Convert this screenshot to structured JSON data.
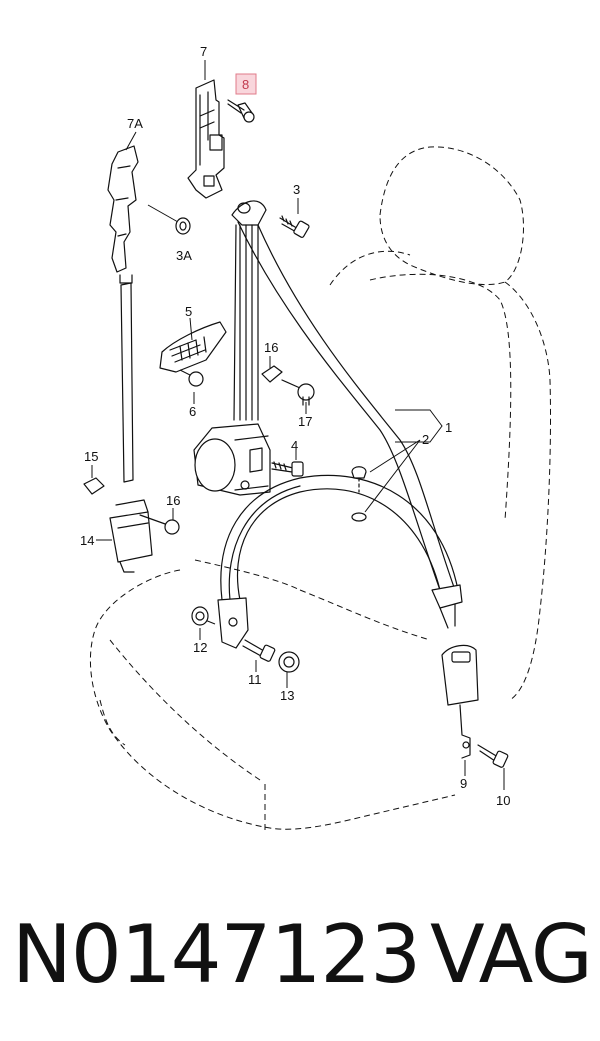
{
  "callouts": {
    "c1": "1",
    "c2": "2",
    "c3": "3",
    "c3a": "3A",
    "c4": "4",
    "c5": "5",
    "c6": "6",
    "c7": "7",
    "c7a": "7A",
    "c8": "8",
    "c9": "9",
    "c10": "10",
    "c11": "11",
    "c12": "12",
    "c13": "13",
    "c14": "14",
    "c15": "15",
    "c16a": "16",
    "c16b": "16",
    "c17": "17"
  },
  "highlighted_callout": "8",
  "colors": {
    "line": "#111111",
    "highlight_fill": "#f9d6dc",
    "highlight_text": "#c23a4e"
  },
  "footer": {
    "part_number": "N0147123",
    "brand": "VAG"
  }
}
